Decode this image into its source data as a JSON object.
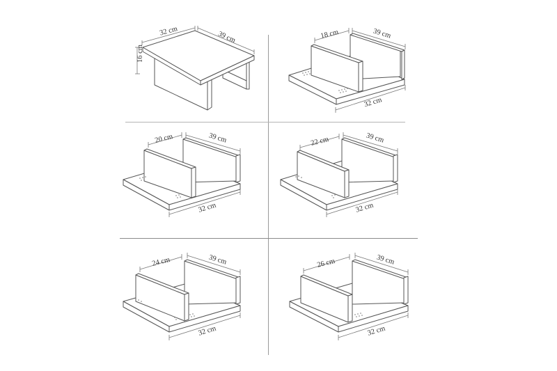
{
  "figure": {
    "panels": [
      {
        "id": "table-config",
        "width_label": "32 cm",
        "depth_label": "39 cm",
        "height_label": "16 cm"
      },
      {
        "id": "shelf-18",
        "inner_label": "18 cm",
        "depth_label": "39 cm",
        "width_label": "32 cm"
      },
      {
        "id": "shelf-20",
        "inner_label": "20 cm",
        "depth_label": "39 cm",
        "width_label": "32 cm"
      },
      {
        "id": "shelf-22",
        "inner_label": "22 cm",
        "depth_label": "39 cm",
        "width_label": "32 cm"
      },
      {
        "id": "shelf-24",
        "inner_label": "24 cm",
        "depth_label": "39 cm",
        "width_label": "32 cm"
      },
      {
        "id": "shelf-26",
        "inner_label": "26 cm",
        "depth_label": "39 cm",
        "width_label": "32 cm"
      }
    ],
    "line_color": "#555555",
    "divider_color": "#9a9a9a",
    "background": "#ffffff"
  }
}
